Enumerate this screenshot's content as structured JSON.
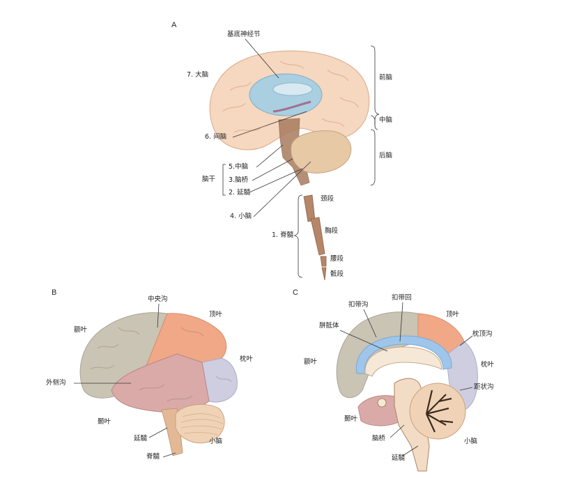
{
  "panels": {
    "a": "A",
    "b": "B",
    "c": "C"
  },
  "panel_a": {
    "basal_ganglia": "基底神经节",
    "cerebrum": "7. 大脑",
    "diencephalon": "6. 间脑",
    "brainstem": "脑干",
    "midbrain": "5.中脑",
    "pons": "3.脑桥",
    "medulla": "2. 延髓",
    "cerebellum": "4. 小脑",
    "spinal_cord": "1. 脊髓",
    "forebrain": "前脑",
    "midbrain_region": "中脑",
    "hindbrain": "后脑",
    "cervical": "颈段",
    "thoracic": "胸段",
    "lumbar": "腰段",
    "sacral": "骶段"
  },
  "panel_b": {
    "central_sulcus": "中央沟",
    "parietal": "顶叶",
    "frontal": "额叶",
    "occipital": "枕叶",
    "lateral_sulcus": "外侧沟",
    "temporal": "颞叶",
    "medulla": "延髓",
    "cerebellum": "小脑",
    "spinal_cord": "脊髓"
  },
  "panel_c": {
    "cingulate_sulcus": "扣带沟",
    "cingulate_gyrus": "扣带回",
    "corpus_callosum": "胼胝体",
    "parietal": "顶叶",
    "parieto_occipital": "枕顶沟",
    "frontal": "额叶",
    "occipital": "枕叶",
    "calcarine": "距状沟",
    "temporal": "颞叶",
    "pons": "脑桥",
    "cerebellum": "小脑",
    "medulla": "延髓"
  },
  "colors": {
    "brain_peach": "#f6d7bf",
    "brain_outline": "#d9a98a",
    "basal_ganglia": "#a9cfe0",
    "brainstem": "#a87c5f",
    "cerebellum": "#e8c9a6",
    "frontal_gray": "#c9c4b4",
    "parietal_orange": "#f0a887",
    "occipital_lavender": "#cfcde0",
    "temporal_pink": "#d9aaa8",
    "cingulate_blue": "#9fc6ea"
  }
}
